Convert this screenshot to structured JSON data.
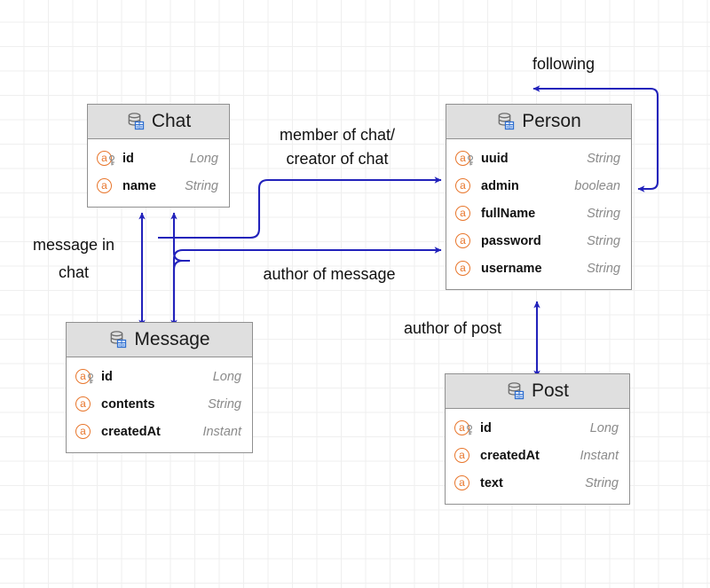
{
  "diagram": {
    "type": "entity-relationship-diagram",
    "background": "#ffffff",
    "grid_color": "#efefef",
    "edge_color": "#2222bb",
    "header_fill": "#dfdfdf",
    "attr_icon_color": "#e8762c",
    "type_text_color": "#8a8a8a"
  },
  "entities": [
    {
      "name": "Chat",
      "icon": "database-table-icon",
      "attributes": [
        {
          "name": "id",
          "type": "Long",
          "key": true,
          "icon": "attribute-key-icon"
        },
        {
          "name": "name",
          "type": "String",
          "key": false,
          "icon": "attribute-icon"
        }
      ]
    },
    {
      "name": "Person",
      "icon": "database-table-icon",
      "attributes": [
        {
          "name": "uuid",
          "type": "String",
          "key": true,
          "icon": "attribute-key-icon"
        },
        {
          "name": "admin",
          "type": "boolean",
          "key": false,
          "icon": "attribute-icon"
        },
        {
          "name": "fullName",
          "type": "String",
          "key": false,
          "icon": "attribute-icon"
        },
        {
          "name": "password",
          "type": "String",
          "key": false,
          "icon": "attribute-icon"
        },
        {
          "name": "username",
          "type": "String",
          "key": false,
          "icon": "attribute-icon"
        }
      ]
    },
    {
      "name": "Message",
      "icon": "database-table-icon",
      "attributes": [
        {
          "name": "id",
          "type": "Long",
          "key": true,
          "icon": "attribute-key-icon"
        },
        {
          "name": "contents",
          "type": "String",
          "key": false,
          "icon": "attribute-icon"
        },
        {
          "name": "createdAt",
          "type": "Instant",
          "key": false,
          "icon": "attribute-icon"
        }
      ]
    },
    {
      "name": "Post",
      "icon": "database-table-icon",
      "attributes": [
        {
          "name": "id",
          "type": "Long",
          "key": true,
          "icon": "attribute-key-icon"
        },
        {
          "name": "createdAt",
          "type": "Instant",
          "key": false,
          "icon": "attribute-icon"
        },
        {
          "name": "text",
          "type": "String",
          "key": false,
          "icon": "attribute-icon"
        }
      ]
    }
  ],
  "relationships": [
    {
      "label": "following",
      "from": "Person",
      "to": "Person",
      "arrows": "both-ends"
    },
    {
      "label": "member of chat/\ncreator of chat",
      "from": "Chat",
      "to": "Person",
      "arrows": "single"
    },
    {
      "label": "message in\nchat",
      "from": "Message",
      "to": "Chat",
      "arrows": "double"
    },
    {
      "label": "author of message",
      "from": "Message",
      "to": "Person",
      "arrows": "single"
    },
    {
      "label": "author of post",
      "from": "Person",
      "to": "Post",
      "arrows": "double"
    }
  ],
  "labels": {
    "following": "following",
    "member_creator_line1": "member of chat/",
    "member_creator_line2": "creator of chat",
    "message_in_chat_line1": "message in",
    "message_in_chat_line2": "chat",
    "author_of_message": "author of message",
    "author_of_post": "author of post"
  }
}
